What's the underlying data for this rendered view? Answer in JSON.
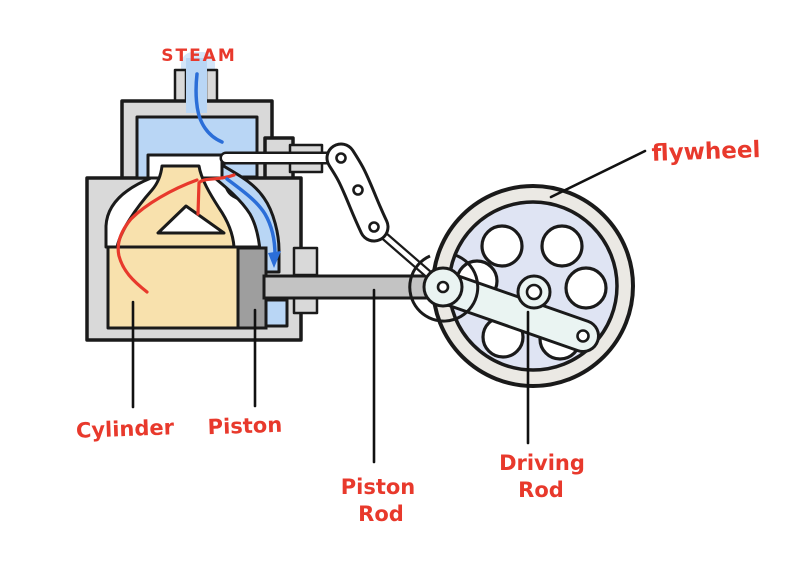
{
  "diagram": {
    "title": "hand-drawn steam engine diagram",
    "labels": {
      "steam": "STEAM",
      "flywheel": "flywheel",
      "cylinder": "Cylinder",
      "piston": "Piston",
      "piston_rod": {
        "line1": "Piston",
        "line2": "Rod"
      },
      "driving_rod": {
        "line1": "Driving",
        "line2": "Rod"
      }
    },
    "colors": {
      "label_red": "#e8392c",
      "outline": "#1a1a1a",
      "housing_gray": "#d9d9d9",
      "steam_blue": "#b9d6f5",
      "flow_blue": "#2b6ed8",
      "steam_red": "#e8392c",
      "cylinder_tan": "#f8e1ad",
      "piston_gray": "#9e9e9e",
      "rod_gray": "#c3c3c3",
      "wheel_rim": "#ebe9e4",
      "wheel_disk": "#dfe4f3",
      "link_white": "#ffffff",
      "crank_light": "#eaf4f2"
    }
  }
}
